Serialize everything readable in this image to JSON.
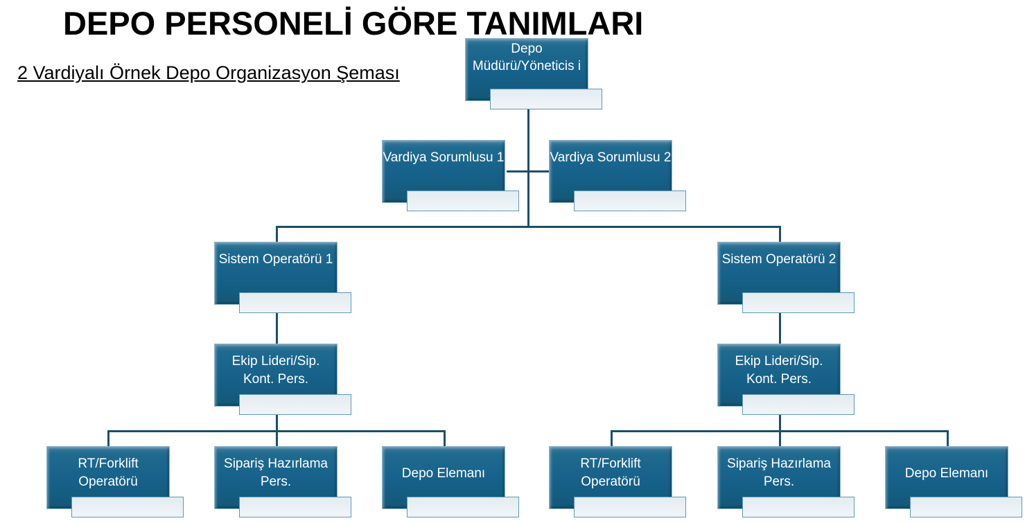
{
  "title": "DEPO PERSONELİ GÖRE TANIMLARI",
  "subtitle": "2 Vardiyalı Örnek Depo Organizasyon Şeması",
  "nodes": {
    "manager": "Depo Müdürü/Yöneticis i",
    "shift1": "Vardiya Sorumlusu 1",
    "shift2": "Vardiya Sorumlusu 2",
    "sysop1": "Sistem Operatörü 1",
    "sysop2": "Sistem Operatörü 2",
    "lead1": "Ekip Lideri/Sip. Kont. Pers.",
    "lead2": "Ekip Lideri/Sip. Kont. Pers.",
    "forklift1": "RT/Forklift Operatörü",
    "picking1": "Sipariş Hazırlama Pers.",
    "staff1": "Depo Elemanı",
    "forklift2": "RT/Forklift Operatörü",
    "picking2": "Sipariş Hazırlama Pers.",
    "staff2": "Depo Elemanı"
  }
}
